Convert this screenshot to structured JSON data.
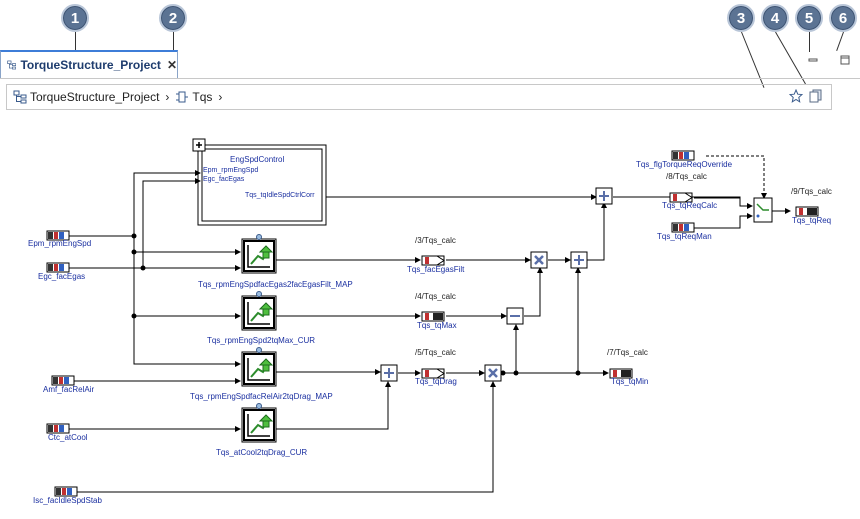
{
  "tab": {
    "title": "TorqueStructure_Project"
  },
  "breadcrumb": {
    "items": [
      "TorqueStructure_Project",
      "Tqs"
    ]
  },
  "callouts": [
    "1",
    "2",
    "3",
    "4",
    "5",
    "6"
  ],
  "diagram": {
    "subsystem": {
      "title": "EngSpdControl",
      "in1": "Epm_rpmEngSpd",
      "in2": "Egc_facEgas",
      "out": "Tqs_tqIdleSpdCtrlCorr"
    },
    "inputs": {
      "epm": "Epm_rpmEngSpd",
      "egc": "Egc_facEgas",
      "amf": "Amf_facRelAir",
      "ctc": "Ctc_atCool",
      "isc": "Isc_facIdleSpdStab",
      "flg": "Tqs_flgTorqueReqOverride",
      "reqman": "Tqs_tqReqMan"
    },
    "maps": {
      "egas": "Tqs_rpmEngSpdfacEgas2facEgasFilt_MAP",
      "max": "Tqs_rpmEngSpd2tqMax_CUR",
      "drag": "Tqs_rpmEngSpdfacRelAir2tqDrag_MAP",
      "cool": "Tqs_atCool2tqDrag_CUR"
    },
    "signals": {
      "egasfilt": "Tqs_facEgasFilt",
      "tqmax": "Tqs_tqMax",
      "tqdrag": "Tqs_tqDrag",
      "tqmin": "Tqs_tqMin",
      "reqcalc": "Tqs_tqReqCalc",
      "tqreq": "Tqs_tqReq"
    },
    "calcs": {
      "c3": "/3/Tqs_calc",
      "c4": "/4/Tqs_calc",
      "c5": "/5/Tqs_calc",
      "c7": "/7/Tqs_calc",
      "c8": "/8/Tqs_calc",
      "c9": "/9/Tqs_calc"
    }
  }
}
